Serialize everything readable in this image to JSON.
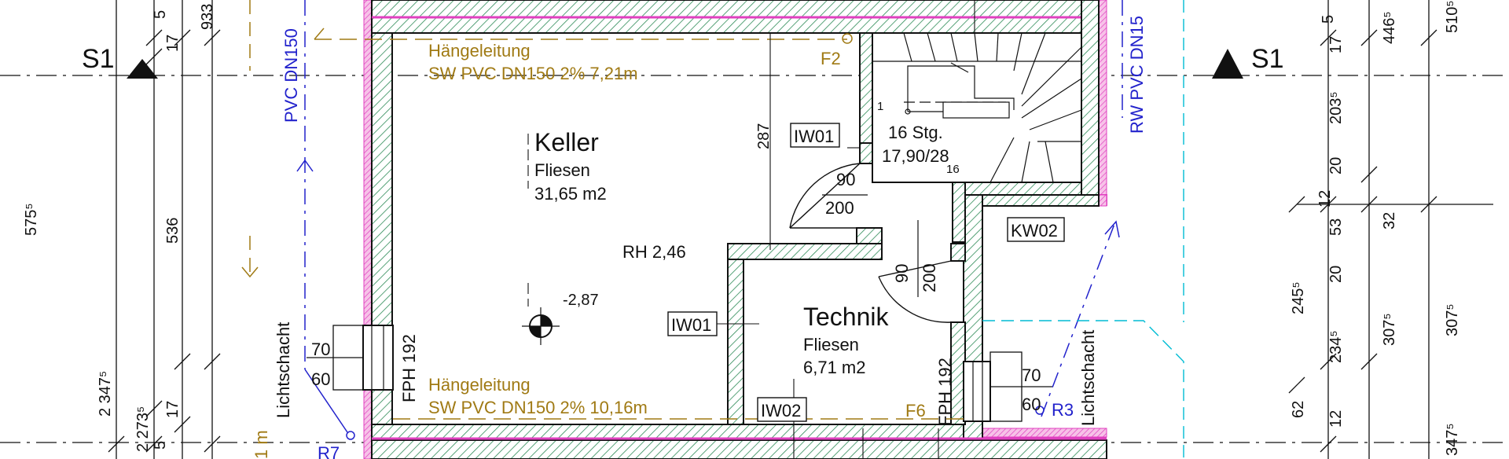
{
  "section_marks": {
    "left": "S1",
    "right": "S1"
  },
  "rooms": {
    "keller": {
      "name": "Keller",
      "floor": "Fliesen",
      "area": "31,65 m2"
    },
    "technik": {
      "name": "Technik",
      "floor": "Fliesen",
      "area": "6,71 m2"
    }
  },
  "labels": {
    "room_height": "RH 2,46",
    "spot_level": "-2,87",
    "stair_count": "16 Stg.",
    "stair_ratio": "17,90/28",
    "stair_step_first": "1",
    "stair_step_last": "16",
    "lichtschacht_left": "Lichtschacht",
    "lichtschacht_right": "Lichtschacht",
    "fph_left": "FPH 192",
    "fph_right": "FPH 192"
  },
  "wall_tags": {
    "iw01_top": "IW01",
    "iw01_mid": "IW01",
    "iw02": "IW02",
    "kw02": "KW02"
  },
  "drainage": {
    "line_top_title": "Hängeleitung",
    "line_top_spec": "SW PVC DN150 2% 7,21m",
    "line_bottom_title": "Hängeleitung",
    "line_bottom_spec": "SW PVC DN150 2% 10,16m",
    "f2": "F2",
    "f6": "F6",
    "pipe_left": "PVC DN150",
    "pipe_right": "RW PVC DN15",
    "r3": "R3",
    "r7": "R7",
    "cut_m": "1 m"
  },
  "door_keller": {
    "width": "90",
    "height": "200"
  },
  "door_technik": {
    "width": "90",
    "height": "200"
  },
  "window_left": {
    "upper": "70",
    "lower": "60"
  },
  "window_right": {
    "upper": "70",
    "lower": "60"
  },
  "dims_left": {
    "d933": "933",
    "d5_top": "5",
    "d17_top": "17",
    "d575": "575⁵",
    "d536": "536",
    "d2347": "2 347⁵",
    "d2273": "2 273⁵",
    "d5_bot": "5",
    "d17_bot": "17",
    "d287": "287"
  },
  "dims_right": {
    "d5": "5",
    "d17": "17",
    "d4465": "446⁵",
    "d5105": "510⁵",
    "d2035": "203⁵",
    "d20a": "20",
    "d12a": "12",
    "d53": "53",
    "d32": "32",
    "d20b": "20",
    "d2455": "245⁵",
    "d3075a": "307⁵",
    "d3075b": "307⁵",
    "d2345": "234⁵",
    "d62": "62",
    "d12b": "12",
    "d3475": "347⁵"
  },
  "colors": {
    "wall_hatch": "#2e8b57",
    "insulation": "#e040c0",
    "drain_line": "#a07a14",
    "rain_line": "#2222cc",
    "cyan_line": "#00bcd4"
  }
}
